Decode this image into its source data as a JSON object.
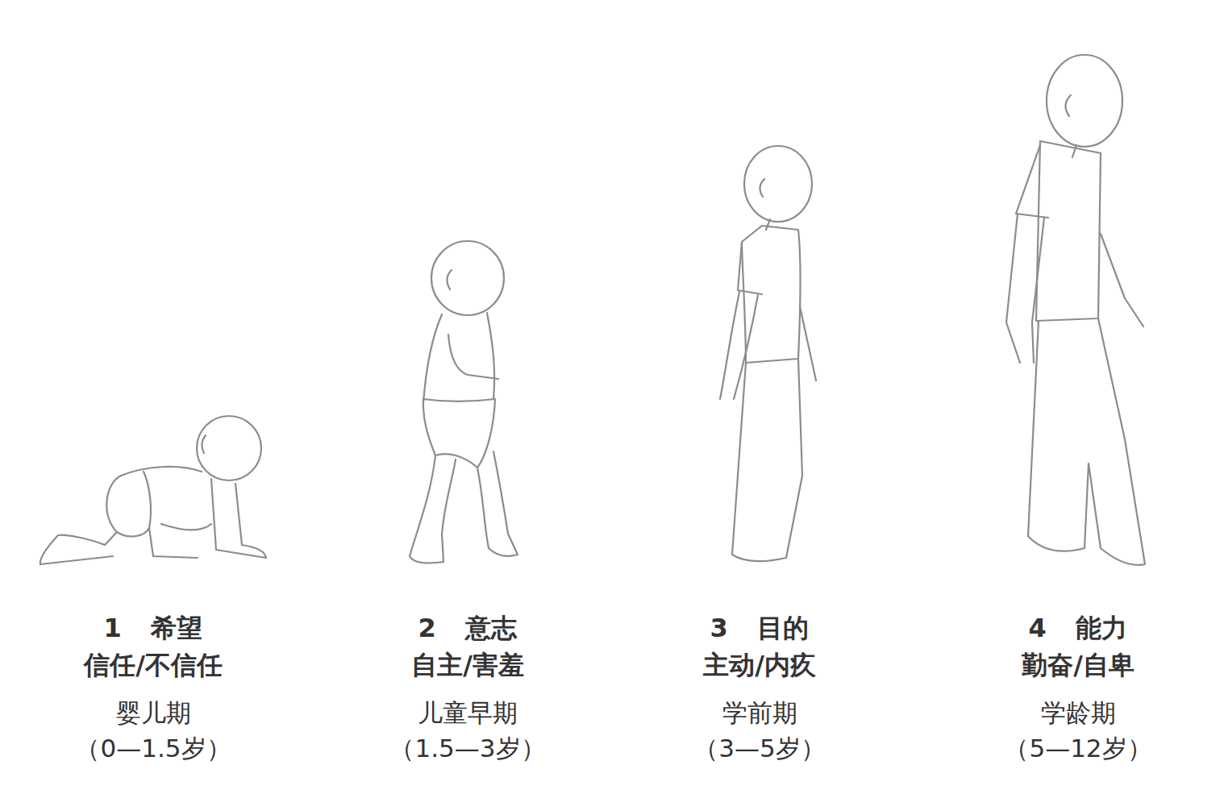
{
  "diagram": {
    "labels": [
      "1 希望",
      "信任/不信任",
      "婴儿期",
      "（0—1.5岁）",
      "2 意志",
      "自主/害羞",
      "儿童早期",
      "（1.5—3岁）",
      "3 目的",
      "主动/内疚",
      "学前期",
      "（3—5岁）",
      "4 能力",
      "勤奋/自卑",
      "学龄期",
      "（5—12岁）"
    ]
  }
}
